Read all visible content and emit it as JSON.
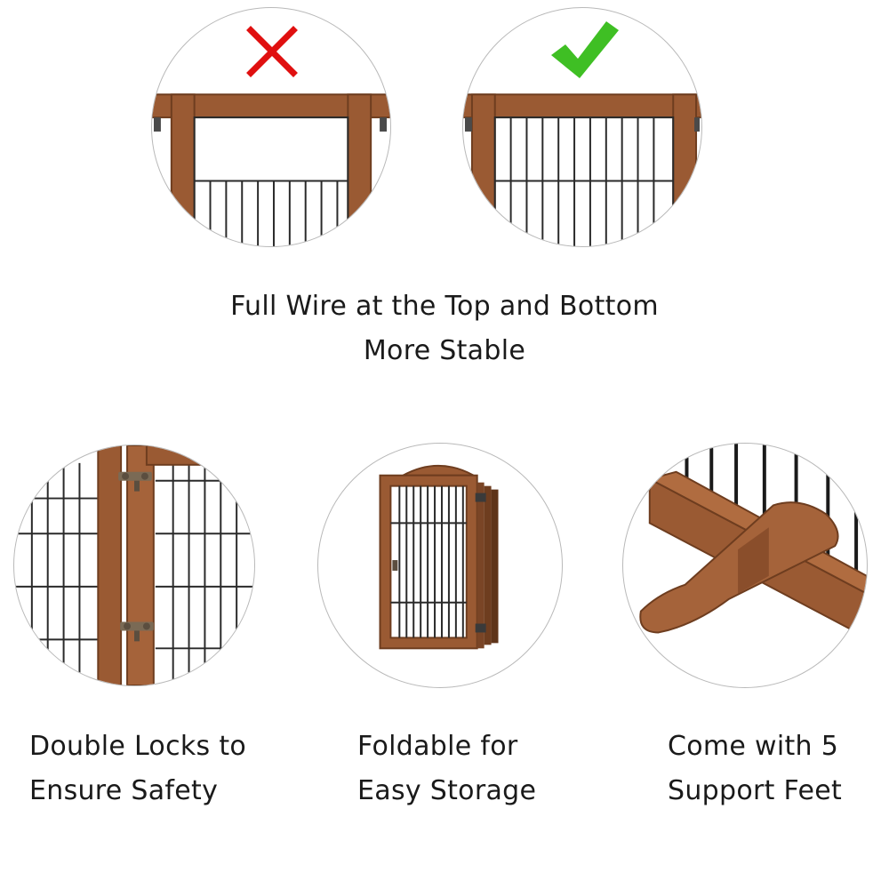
{
  "colors": {
    "wood": "#9a5a33",
    "wood_dark": "#6e3d1f",
    "wire": "#2a2a2a",
    "circle_border": "#b9b9b9",
    "cross": "#e01010",
    "check": "#3fbf24"
  },
  "comparison": {
    "wrong_icon": "cross-icon",
    "right_icon": "check-icon",
    "caption_line1": "Full Wire at the Top and Bottom",
    "caption_line2": "More Stable"
  },
  "features": [
    {
      "line1": "Double Locks to",
      "line2": "Ensure Safety"
    },
    {
      "line1": "Foldable for",
      "line2": "Easy Storage"
    },
    {
      "line1": "Come with 5",
      "line2": "Support Feet"
    }
  ]
}
